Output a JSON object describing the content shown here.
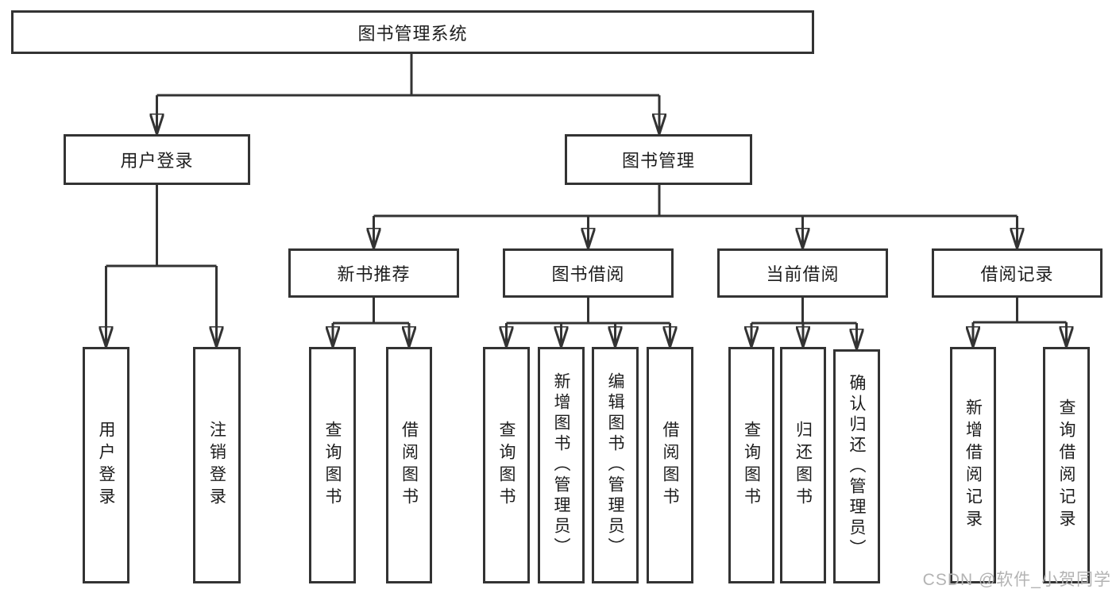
{
  "tree": {
    "root": {
      "label": "图书管理系统"
    },
    "children": [
      {
        "label": "用户登录",
        "children": [
          {
            "label": "用户登录"
          },
          {
            "label": "注销登录"
          }
        ]
      },
      {
        "label": "图书管理",
        "children": [
          {
            "label": "新书推荐",
            "children": [
              {
                "label": "查询图书"
              },
              {
                "label": "借阅图书"
              }
            ]
          },
          {
            "label": "图书借阅",
            "children": [
              {
                "label": "查询图书"
              },
              {
                "label": "新增图书（管理员）"
              },
              {
                "label": "编辑图书（管理员）"
              },
              {
                "label": "借阅图书"
              }
            ]
          },
          {
            "label": "当前借阅",
            "children": [
              {
                "label": "查询图书"
              },
              {
                "label": "归还图书"
              },
              {
                "label": "确认归还（管理员）"
              }
            ]
          },
          {
            "label": "借阅记录",
            "children": [
              {
                "label": "新增借阅记录"
              },
              {
                "label": "查询借阅记录"
              }
            ]
          }
        ]
      }
    ]
  },
  "watermark": {
    "text": "CSDN @软件_小贺同学",
    "color": "#b3b3b3"
  },
  "colors": {
    "line": "#333333",
    "box_border": "#333333",
    "box_fill": "#ffffff",
    "text": "#1d1d1d",
    "background": "#ffffff"
  }
}
